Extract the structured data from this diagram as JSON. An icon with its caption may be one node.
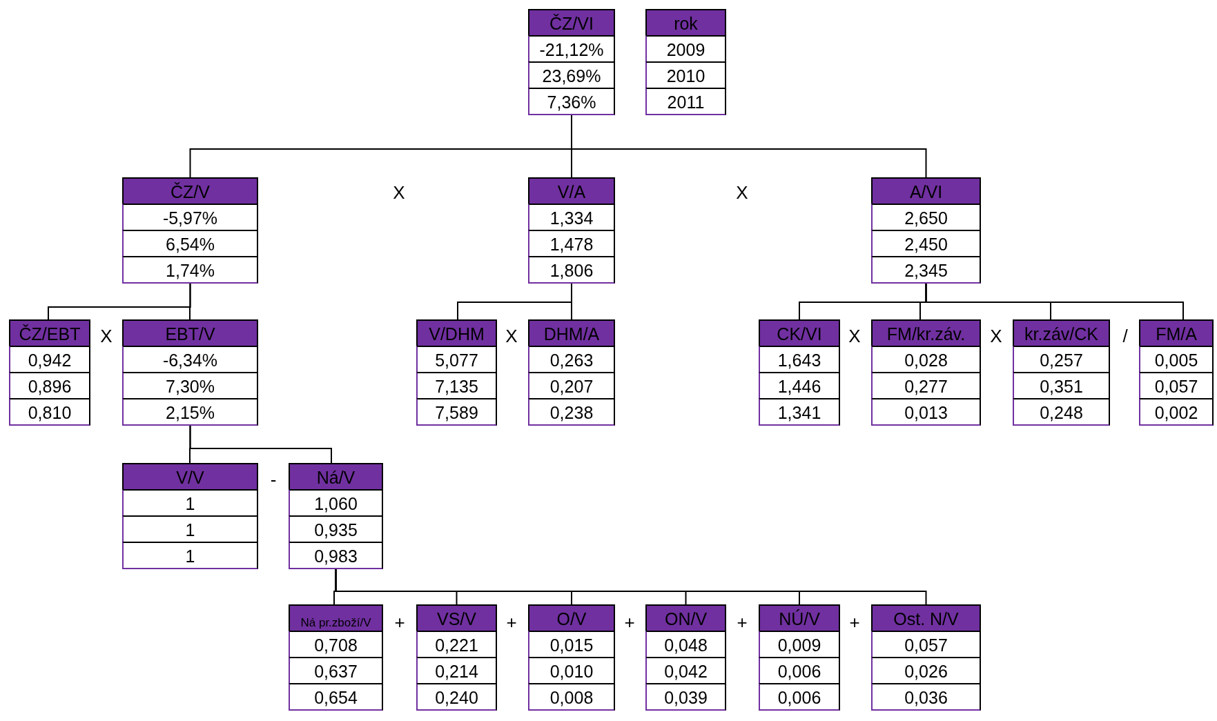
{
  "diagram": {
    "nodes": [
      {
        "text": [
          "ČZ/VI",
          "-21,12%",
          "23,69%",
          "7,36%"
        ]
      },
      {
        "text": [
          "rok",
          "2009",
          "2010",
          "2011"
        ]
      },
      {
        "text": [
          "ČZ/V",
          "-5,97%",
          "6,54%",
          "1,74%"
        ]
      },
      {
        "text": [
          "V/A",
          "1,334",
          "1,478",
          "1,806"
        ]
      },
      {
        "text": [
          "A/VI",
          "2,650",
          "2,450",
          "2,345"
        ]
      },
      {
        "text": [
          "ČZ/EBT",
          "0,942",
          "0,896",
          "0,810"
        ]
      },
      {
        "text": [
          "EBT/V",
          "-6,34%",
          "7,30%",
          "2,15%"
        ]
      },
      {
        "text": [
          "V/DHM",
          "5,077",
          "7,135",
          "7,589"
        ]
      },
      {
        "text": [
          "DHM/A",
          "0,263",
          "0,207",
          "0,238"
        ]
      },
      {
        "text": [
          "CK/VI",
          "1,643",
          "1,446",
          "1,341"
        ]
      },
      {
        "text": [
          "FM/kr.záv.",
          "0,028",
          "0,277",
          "0,013"
        ]
      },
      {
        "text": [
          "kr.záv/CK",
          "0,257",
          "0,351",
          "0,248"
        ]
      },
      {
        "text": [
          "FM/A",
          "0,005",
          "0,057",
          "0,002"
        ]
      },
      {
        "text": [
          "V/V",
          "1",
          "1",
          "1"
        ]
      },
      {
        "text": [
          "Ná/V",
          "1,060",
          "0,935",
          "0,983"
        ]
      },
      {
        "text": [
          "Ná pr.zboží/V",
          "0,708",
          "0,637",
          "0,654"
        ]
      },
      {
        "text": [
          "VS/V",
          "0,221",
          "0,214",
          "0,240"
        ]
      },
      {
        "text": [
          "O/V",
          "0,015",
          "0,010",
          "0,008"
        ]
      },
      {
        "text": [
          "ON/V",
          "0,048",
          "0,042",
          "0,039"
        ]
      },
      {
        "text": [
          "NÚ/V",
          "0,009",
          "0,006",
          "0,006"
        ]
      },
      {
        "text": [
          "Ost. N/V",
          "0,057",
          "0,026",
          "0,036"
        ]
      }
    ],
    "edges": [
      {
        "from": 0,
        "to": 2,
        "arrow": "none"
      },
      {
        "from": 0,
        "to": 3,
        "arrow": "none"
      },
      {
        "from": 0,
        "to": 4,
        "arrow": "none"
      },
      {
        "from": 2,
        "to": 5,
        "arrow": "none"
      },
      {
        "from": 2,
        "to": 6,
        "arrow": "none"
      },
      {
        "from": 3,
        "to": 7,
        "arrow": "none"
      },
      {
        "from": 3,
        "to": 8,
        "arrow": "none"
      },
      {
        "from": 4,
        "to": 9,
        "arrow": "none"
      },
      {
        "from": 4,
        "to": 10,
        "arrow": "none"
      },
      {
        "from": 4,
        "to": 11,
        "arrow": "none"
      },
      {
        "from": 4,
        "to": 12,
        "arrow": "none"
      },
      {
        "from": 6,
        "to": 13,
        "arrow": "none"
      },
      {
        "from": 6,
        "to": 14,
        "arrow": "none"
      },
      {
        "from": 14,
        "to": 15,
        "arrow": "none"
      },
      {
        "from": 14,
        "to": 16,
        "arrow": "none"
      },
      {
        "from": 14,
        "to": 17,
        "arrow": "none"
      },
      {
        "from": 14,
        "to": 18,
        "arrow": "none"
      },
      {
        "from": 14,
        "to": 19,
        "arrow": "none"
      },
      {
        "from": 14,
        "to": 20,
        "arrow": "none"
      }
    ],
    "labels": [
      "X",
      "X",
      "X",
      "X",
      "X",
      "X",
      "/",
      "-",
      "+",
      "+",
      "+",
      "+",
      "+"
    ]
  }
}
